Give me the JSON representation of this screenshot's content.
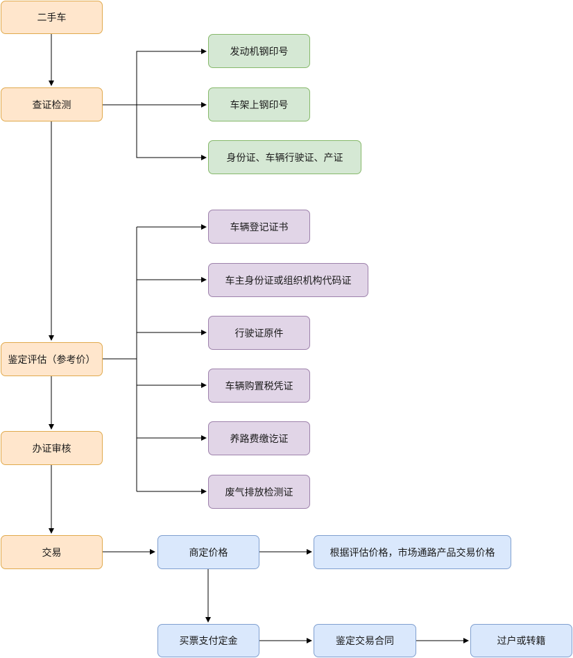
{
  "nodes": {
    "used_car": "二手车",
    "inspection": "查证检测",
    "engine_number": "发动机钢印号",
    "frame_number": "车架上钢印号",
    "id_docs": "身份证、车辆行驶证、产证",
    "registration_cert": "车辆登记证书",
    "owner_id": "车主身份证或组织机构代码证",
    "license_original": "行驶证原件",
    "purchase_tax": "车辆购置税凭证",
    "road_fee": "养路费缴讫证",
    "emission_test": "废气排放检测证",
    "appraisal": "鉴定评估（参考价）",
    "cert_review": "办证审核",
    "transaction": "交易",
    "negotiate_price": "商定价格",
    "price_basis": "根据评估价格，市场通路产品交易价格",
    "invoice_deposit": "买票支付定金",
    "contract": "鉴定交易合同",
    "transfer": "过户或转籍"
  },
  "colors": {
    "main_fill": "#ffe6cc",
    "check_fill": "#d5e8d4",
    "doc_fill": "#e1d5e7",
    "trade_fill": "#dae8fc",
    "line": "#000000"
  }
}
